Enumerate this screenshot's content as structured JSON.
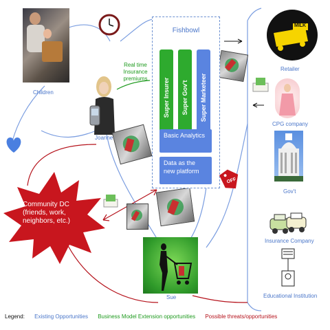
{
  "fishbowl": {
    "title": "Fishbowl",
    "bars": [
      "Super Insurer",
      "Super Gov't",
      "Super Marketeer"
    ],
    "boxes": [
      "Basic Analytics",
      "Data as the new platform"
    ]
  },
  "realtime_label": "Real time Insurance premiums",
  "people": {
    "children": "Children",
    "joanne": "Joanne",
    "sue": "Sue"
  },
  "community": "Community DC (friends, work, neighbors, etc.)",
  "off_tag": "OFF",
  "stakeholders": {
    "retailer": "Retailer",
    "retailer_sign": "MILK",
    "cpg": "CPG company",
    "govt": "Gov't",
    "insurance": "Insurance Company",
    "education": "Educational Institution"
  },
  "legend": {
    "title": "Legend:",
    "existing": "Existing Opportunities",
    "extension": "Business Model Extension opportunities",
    "threats": "Possible threats/opportunities"
  },
  "colors": {
    "existing": "#4a76c9",
    "extension": "#1e9a1e",
    "threats": "#b5121b",
    "insurer_bar": "#2eaa2e",
    "marketeer_bar": "#5a84e0",
    "starburst": "#c8161e"
  }
}
